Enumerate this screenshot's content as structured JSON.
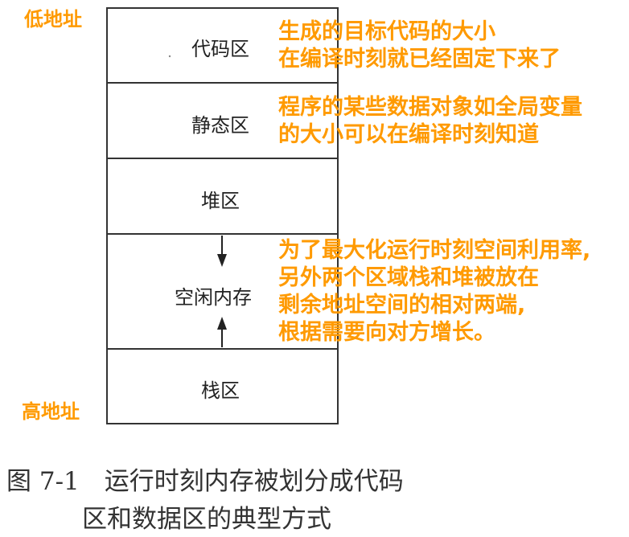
{
  "address_labels": {
    "low": "低地址",
    "high": "高地址"
  },
  "segments": [
    {
      "label": "代码区"
    },
    {
      "label": "静态区"
    },
    {
      "label": "堆区"
    },
    {
      "label": "空闲内存"
    },
    {
      "label": "栈区"
    }
  ],
  "annotations": {
    "code": [
      "生成的目标代码的大小",
      "在编译时刻就已经固定下来了"
    ],
    "static": [
      "程序的某些数据对象如全局变量",
      "的大小可以在编译时刻知道"
    ],
    "free": [
      "为了最大化运行时刻空间利用率,",
      "另外两个区域栈和堆被放在",
      "剩余地址空间的相对两端,",
      "根据需要向对方增长。"
    ]
  },
  "caption": {
    "line1": "图 7-1　运行时刻内存被划分成代码",
    "line2": "区和数据区的典型方式"
  },
  "colors": {
    "annotation": "#ff9a00",
    "border": "#333333"
  }
}
